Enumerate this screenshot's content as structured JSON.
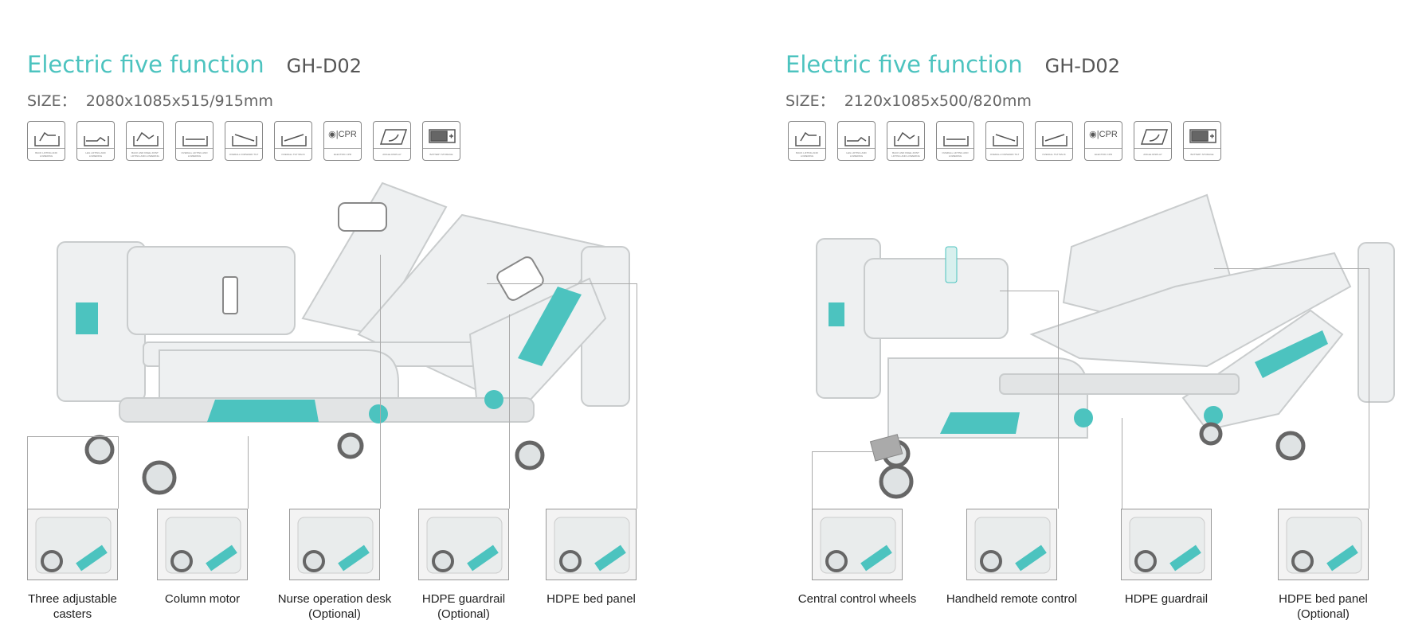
{
  "colors": {
    "accent": "#4cc3bf",
    "model": "#555555",
    "text": "#222222"
  },
  "panels": [
    {
      "title": "Electric five function",
      "model": "GH-D02",
      "size_label": "SIZE：",
      "size_value": "2080x1085x515/915mm",
      "features": [
        {
          "icon": "back-lifting-icon",
          "label": "BACK LIFTING AND LOWERING"
        },
        {
          "icon": "leg-lifting-icon",
          "label": "LEG LIFTING AND LOWERING"
        },
        {
          "icon": "back-knee-lifting-icon",
          "label": "BACK AND KNEE JOINT LIFTING AND LOWERING"
        },
        {
          "icon": "overall-lifting-icon",
          "label": "OVERALL LIFTING AND LOWERING"
        },
        {
          "icon": "forward-tilt-icon",
          "label": "OVERALL FORWARD TILT"
        },
        {
          "icon": "tilt-back-icon",
          "label": "OVERALL TILT BACK"
        },
        {
          "icon": "cpr-icon",
          "label": "ELECTRIC CPR",
          "glyph": "CPR"
        },
        {
          "icon": "angle-display-icon",
          "label": "ANGLE DISPLAY"
        },
        {
          "icon": "battery-icon",
          "label": "BATTERY STORAGE"
        }
      ],
      "details": [
        {
          "line1": "Three adjustable",
          "line2": "casters"
        },
        {
          "line1": "Column motor",
          "line2": ""
        },
        {
          "line1": "Nurse operation desk",
          "line2": "(Optional)"
        },
        {
          "line1": "HDPE guardrail",
          "line2": "(Optional)"
        },
        {
          "line1": "HDPE bed panel",
          "line2": ""
        }
      ]
    },
    {
      "title": "Electric five function",
      "model": "GH-D02",
      "size_label": "SIZE：",
      "size_value": "2120x1085x500/820mm",
      "features": [
        {
          "icon": "back-lifting-icon",
          "label": "BACK LIFTING AND LOWERING"
        },
        {
          "icon": "leg-lifting-icon",
          "label": "LEG LIFTING AND LOWERING"
        },
        {
          "icon": "back-knee-lifting-icon",
          "label": "BACK AND KNEE JOINT LIFTING AND LOWERING"
        },
        {
          "icon": "overall-lifting-icon",
          "label": "OVERALL LIFTING AND LOWERING"
        },
        {
          "icon": "forward-tilt-icon",
          "label": "OVERALL FORWARD TILT"
        },
        {
          "icon": "tilt-back-icon",
          "label": "OVERALL TILT BACK"
        },
        {
          "icon": "cpr-icon",
          "label": "ELECTRIC CPR",
          "glyph": "CPR"
        },
        {
          "icon": "angle-display-icon",
          "label": "ANGLE DISPLAY"
        },
        {
          "icon": "battery-icon",
          "label": "BATTERY STORAGE"
        }
      ],
      "details": [
        {
          "line1": "Central control wheels",
          "line2": ""
        },
        {
          "line1": "Handheld remote control",
          "line2": ""
        },
        {
          "line1": "HDPE guardrail",
          "line2": ""
        },
        {
          "line1": "HDPE bed panel",
          "line2": "(Optional)"
        }
      ]
    }
  ]
}
